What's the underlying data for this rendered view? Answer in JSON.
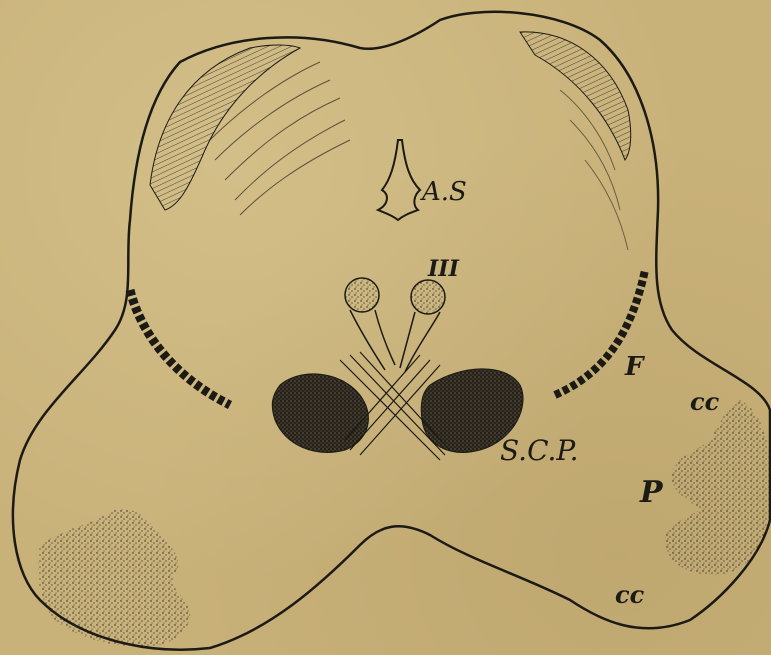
{
  "figure": {
    "background_color": "#c9b27a",
    "ink_color": "#1c1a14",
    "labels": {
      "aqueduct": "A.S",
      "oculomotor": "III",
      "superior_cerebellar_peduncle": "S.C.P.",
      "fibres": "F",
      "crus_upper": "cc",
      "pes": "P",
      "crus_lower": "cc"
    }
  }
}
